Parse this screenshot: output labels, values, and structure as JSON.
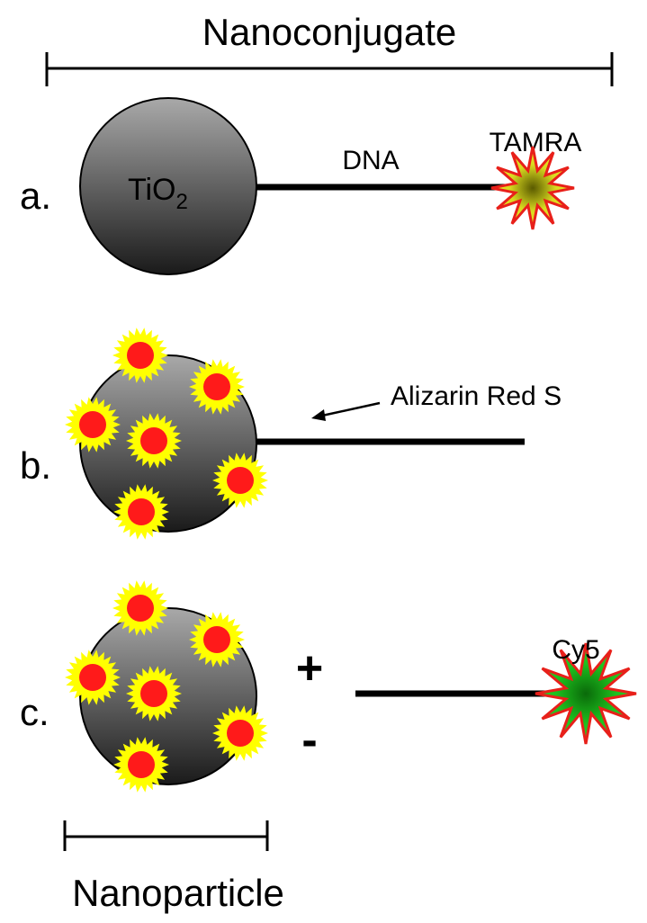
{
  "title": "Nanoconjugate",
  "bottom_label": "Nanoparticle",
  "panel_a": {
    "letter": "a.",
    "particle_label_main": "TiO",
    "particle_label_sub": "2",
    "linker_label": "DNA",
    "dye_label": "TAMRA"
  },
  "panel_b": {
    "letter": "b.",
    "annotation": "Alizarin Red S"
  },
  "panel_c": {
    "letter": "c.",
    "plus": "+",
    "minus": "-",
    "dye_label": "Cy5"
  },
  "colors": {
    "particle_light": "#a9a9a9",
    "particle_dark": "#1a1a1a",
    "tamra_fill": "#e8e81a",
    "tamra_outline": "#e8201a",
    "cy5_fill": "#1ec01e",
    "cy5_outline": "#e8201a",
    "ars_core": "#ff1a1a",
    "ars_halo": "#ffff00"
  }
}
